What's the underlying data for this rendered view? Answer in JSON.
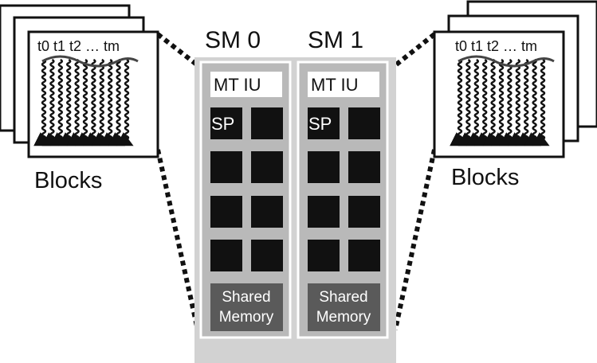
{
  "sm0": {
    "title": "SM 0",
    "mtiu": "MT IU",
    "sp": "SP",
    "shared_line1": "Shared",
    "shared_line2": "Memory"
  },
  "sm1": {
    "title": "SM 1",
    "mtiu": "MT IU",
    "sp": "SP",
    "shared_line1": "Shared",
    "shared_line2": "Memory"
  },
  "left_blocks": {
    "label": "Blocks",
    "threads": "t0 t1 t2 … tm"
  },
  "right_blocks": {
    "label": "Blocks",
    "threads": "t0 t1 t2 … tm"
  },
  "colors": {
    "sm_outer": "#d2d2d2",
    "sm_panel": "#b9b9b9",
    "sp_fill": "#111111",
    "shared_fill": "#5a5a5a",
    "stroke": "#111111"
  }
}
